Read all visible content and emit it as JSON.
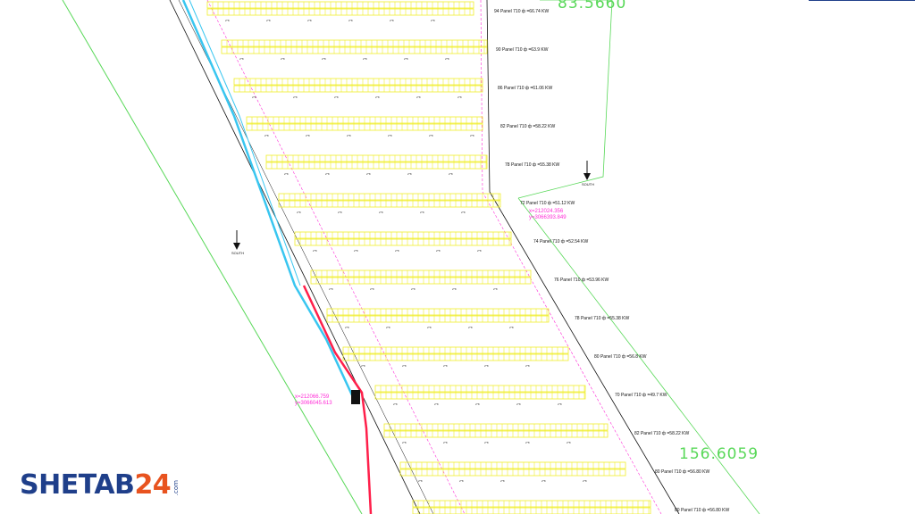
{
  "logo": {
    "part1": "SHETAB",
    "part2": "24",
    "tld": ".com"
  },
  "measurements": {
    "top": "83.5660",
    "bottom": "156.6059"
  },
  "coordinates": {
    "right": [
      "x=212024.356",
      "y=3066393.849"
    ],
    "left": [
      "x=212066.759",
      "y=3066045.613"
    ]
  },
  "labels": {
    "south": "SOUTH",
    "pv_tag": "2*8"
  },
  "rows": [
    "94 Panel 710 ф =66.74 KW",
    "90 Panel 710 ф =63.9 KW",
    "86 Panel 710 ф =61.06 KW",
    "82 Panel 710 ф =58.22 KW",
    "78 Panel 710 ф =55.38 KW",
    "72 Panel 710 ф =51.12 KW",
    "74 Panel 710 ф =52.54 KW",
    "76 Panel 710 ф =53.96 KW",
    "78 Panel 710 ф =55.38 KW",
    "80 Panel 710 ф =56.8 KW",
    "70 Panel 710 ф =49.7 KW",
    "82 Panel 710 ф =58.22 KW",
    "80 Panel 710 ф =56.80 KW",
    "80 Panel 710 ф =56.80 KW"
  ],
  "colors": {
    "panel": "#f0ee2a",
    "outline": "#d9b600",
    "green": "#58d858",
    "magenta": "#ff2bd6",
    "cyan": "#39c6f0",
    "red": "#ff1f4a",
    "brand_blue": "#1f3f8a",
    "brand_orange": "#e8531f"
  }
}
